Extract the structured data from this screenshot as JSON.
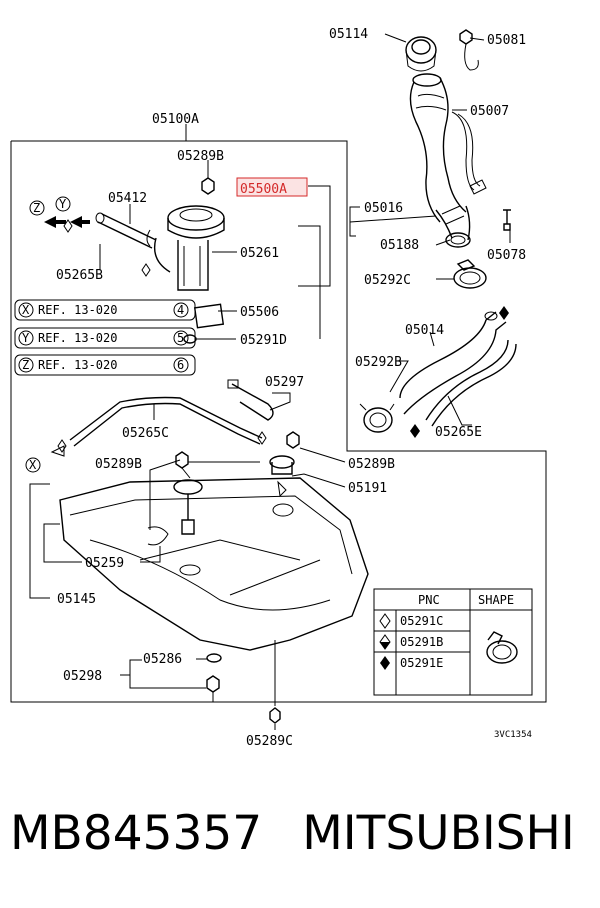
{
  "labels": {
    "l05114": "05114",
    "l05081": "05081",
    "l05100A": "05100A",
    "l05007": "05007",
    "l05289B_top": "05289B",
    "l05500A": "05500A",
    "l05412": "05412",
    "l05016": "05016",
    "l05188": "05188",
    "l05078": "05078",
    "l05261": "05261",
    "l05265B": "05265B",
    "l05292C": "05292C",
    "l05506": "05506",
    "l05014": "05014",
    "l05291D": "05291D",
    "l05292B": "05292B",
    "l05297": "05297",
    "l05265E": "05265E",
    "l05265C": "05265C",
    "l05289B_mid1": "05289B",
    "l05289B_mid2": "05289B",
    "l05191": "05191",
    "l05259": "05259",
    "l05145": "05145",
    "l05286": "05286",
    "l05298": "05298",
    "l05289C": "05289C",
    "diagram_code": "3VC1354"
  },
  "refs": [
    {
      "letter": "X",
      "text": "REF. 13-020",
      "num": "4"
    },
    {
      "letter": "Y",
      "text": "REF. 13-020",
      "num": "5"
    },
    {
      "letter": "Z",
      "text": "REF. 13-020",
      "num": "6"
    }
  ],
  "connector_letters": {
    "z": "Z",
    "y": "Y",
    "x": "X"
  },
  "legend": {
    "col_pnc": "PNC",
    "col_shape": "SHAPE",
    "rows": [
      "05291C",
      "05291B",
      "05291E"
    ]
  },
  "footer": {
    "part_number": "MB845357",
    "brand": "MITSUBISHI"
  },
  "colors": {
    "highlight": "#d42a2a",
    "line": "#000000"
  }
}
